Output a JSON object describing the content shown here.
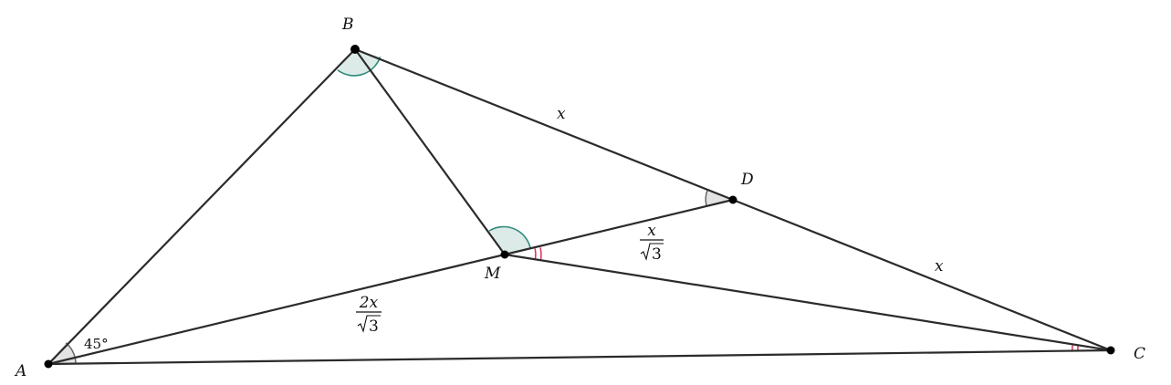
{
  "points": {
    "A": {
      "label": "A"
    },
    "B": {
      "label": "B"
    },
    "M": {
      "label": "M"
    },
    "D": {
      "label": "D"
    },
    "C": {
      "label": "C"
    }
  },
  "angle_A": "45°",
  "lengths": {
    "BD": "x",
    "DC": "x",
    "MD": {
      "num": "x",
      "den": "3"
    },
    "AM": {
      "num": "2x",
      "den": "3"
    }
  },
  "colors": {
    "line": "#2b2b2b",
    "point": "#000000",
    "teal": "#2e8b7a",
    "teal_fill": "#dcebe7",
    "red": "#d9325a",
    "gray": "#666666",
    "gray_fill": "#e3e3e3"
  }
}
